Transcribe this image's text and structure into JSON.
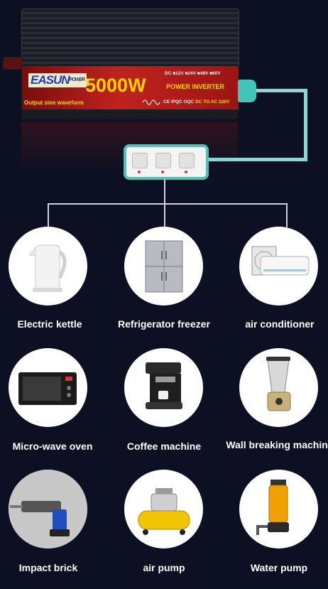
{
  "inverter": {
    "brand": "EASUN",
    "brand_sub": "POWER",
    "wattage": "5000W",
    "dc_voltages": "DC ■12V ■24V ■48V ■60V",
    "type_label": "POWER INVERTER",
    "waveform_label": "Output sine waveform",
    "certifications": "CE IPQC OQC",
    "conversion": "DC TO AC 220V"
  },
  "appliances": [
    {
      "label": "Electric kettle",
      "icon": "electric-kettle-icon"
    },
    {
      "label": "Refrigerator freezer",
      "icon": "refrigerator-icon"
    },
    {
      "label": "air conditioner",
      "icon": "air-conditioner-icon"
    },
    {
      "label": "Micro-wave oven",
      "icon": "microwave-icon"
    },
    {
      "label": "Coffee machine",
      "icon": "coffee-machine-icon"
    },
    {
      "label": "Wall breaking machine",
      "icon": "blender-icon"
    },
    {
      "label": "Impact brick",
      "icon": "impact-drill-icon"
    },
    {
      "label": "air pump",
      "icon": "air-compressor-icon"
    },
    {
      "label": "Water pump",
      "icon": "water-pump-icon"
    }
  ],
  "colors": {
    "background": "#0d1022",
    "panel_red": "#c0231f",
    "accent_teal": "#4ec2b7",
    "label_yellow": "#ffd400"
  }
}
